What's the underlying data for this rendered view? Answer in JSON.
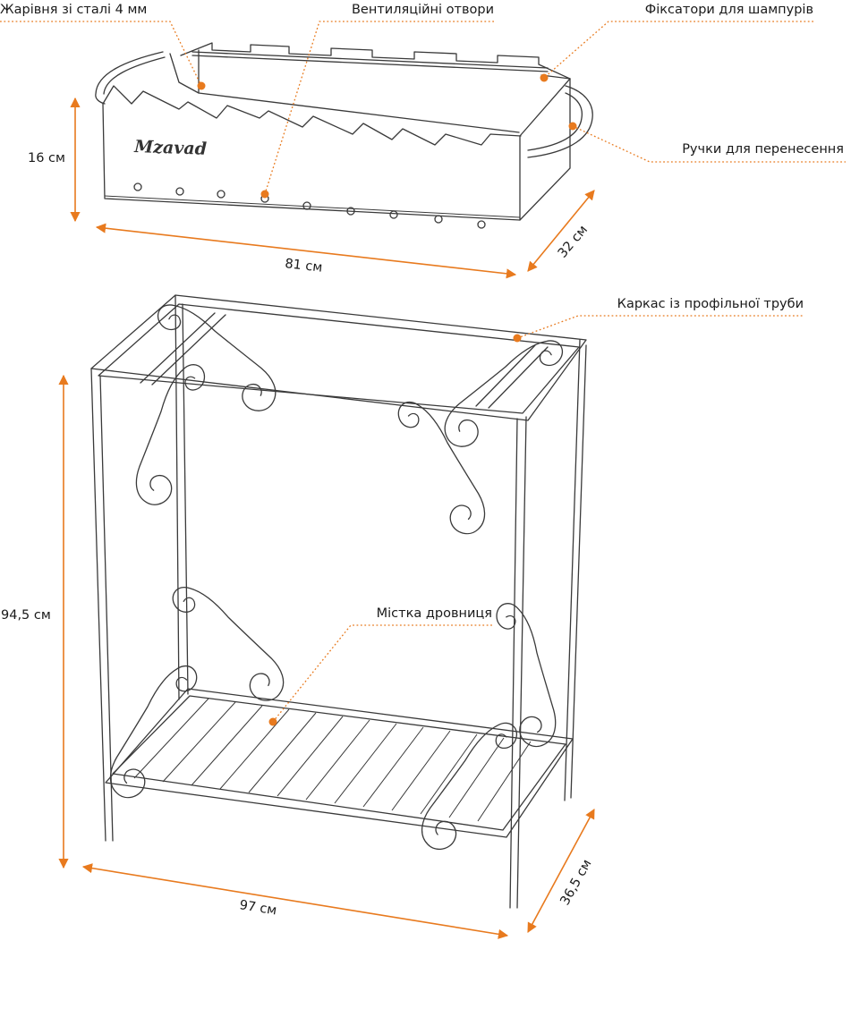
{
  "brand": "Mzavad",
  "labels": {
    "firebox": "Жарівня зі сталі 4 мм",
    "vents": "Вентиляційні отвори",
    "skewer_locks": "Фіксатори для шампурів",
    "handles": "Ручки для перенесення",
    "frame": "Каркас із профільної труби",
    "woodpile": "Місткa дровниця"
  },
  "dimensions": {
    "grill_height": "16 см",
    "grill_length": "81 см",
    "grill_depth": "32 см",
    "stand_height": "94,5 см",
    "stand_length": "97 см",
    "stand_depth": "36,5 см"
  },
  "colors": {
    "accent": "#E87A1E",
    "line": "#3a3a3a",
    "text": "#1a1a1a"
  }
}
